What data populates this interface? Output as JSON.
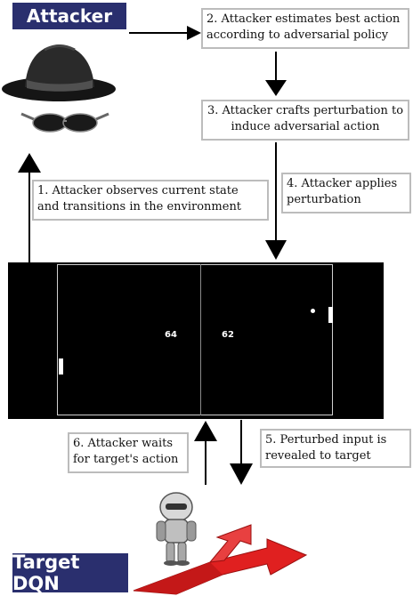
{
  "attacker_label": "Attacker",
  "target_label": "Target DQN",
  "steps": {
    "step1": "1. Attacker observes current state and transitions in the environment",
    "step2": "2. Attacker estimates best action according to adversarial policy",
    "step3": "3. Attacker crafts perturbation to induce adversarial action",
    "step4": "4. Attacker applies perturbation",
    "step5": "5. Perturbed input is revealed to target",
    "step6": "6. Attacker waits for target's action"
  },
  "game": {
    "score_left": "64",
    "score_right": "62"
  },
  "colors": {
    "label_bg": "#2a2f6e",
    "box_border": "#bcbcbc",
    "arrow": "#000000",
    "road_arrow": "#e02020"
  },
  "icons": [
    "spy-hat-icon",
    "sunglasses-icon",
    "robot-icon",
    "branching-arrow-icon"
  ]
}
